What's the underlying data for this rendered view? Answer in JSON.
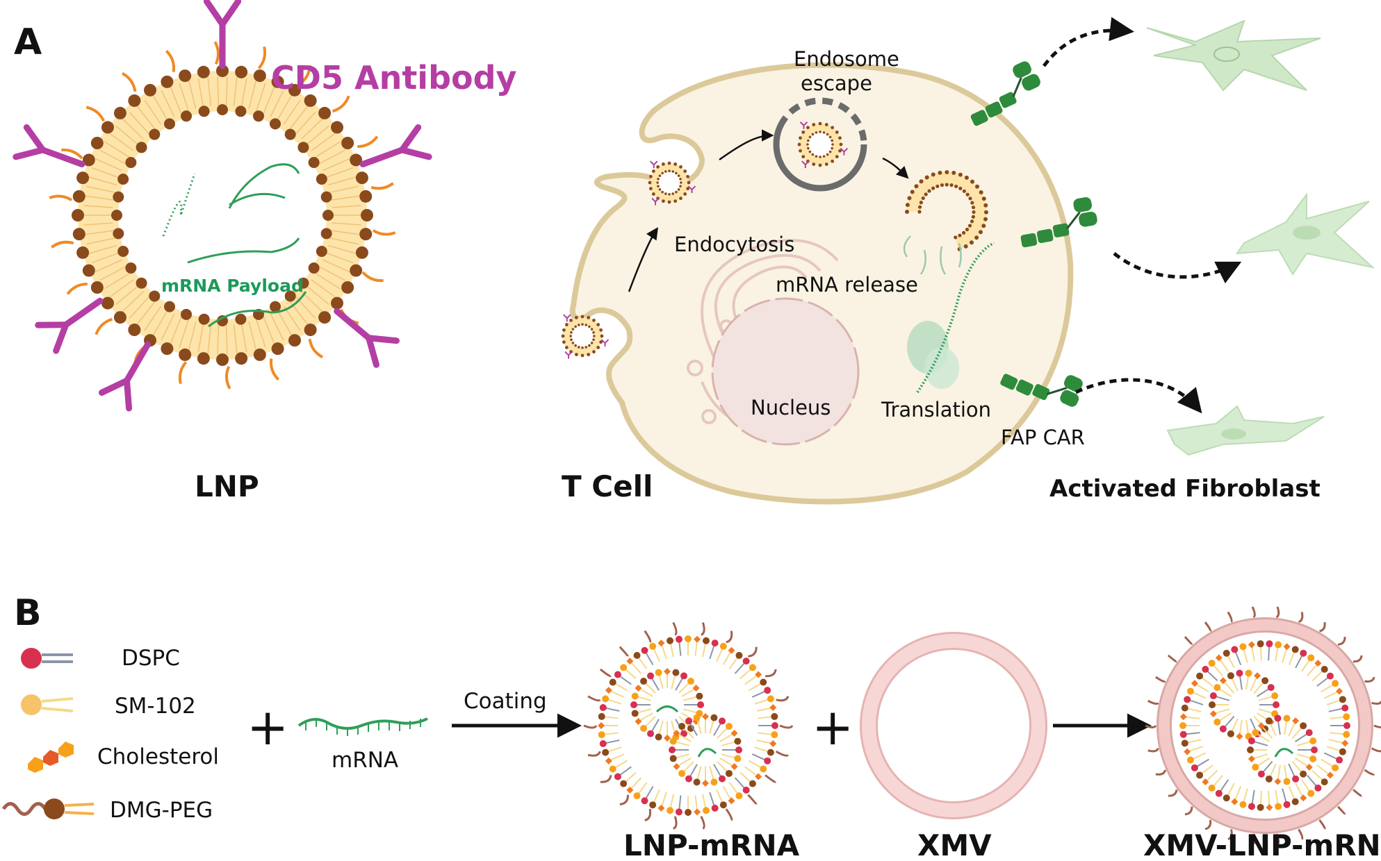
{
  "panel_a": {
    "letter": "A",
    "cd5_label": "CD5 Antibody",
    "mrna_payload": "mRNA Payload",
    "lnp_label": "LNP",
    "tcell_label": "T Cell",
    "endosome_escape_line1": "Endosome",
    "endosome_escape_line2": "escape",
    "endocytosis": "Endocytosis",
    "mrna_release": "mRNA release",
    "nucleus": "Nucleus",
    "translation": "Translation",
    "fap_car": "FAP CAR",
    "activated_fibroblast": "Activated Fibroblast"
  },
  "panel_b": {
    "letter": "B",
    "legend": [
      "DSPC",
      "SM-102",
      "Cholesterol",
      "DMG-PEG"
    ],
    "plus": "+",
    "mrna": "mRNA",
    "coating": "Coating",
    "lnp_mrna": "LNP-mRNA",
    "xmv": "XMV",
    "xmv_lnp_mrna": "XMV-LNP-mRNA"
  },
  "colors": {
    "lipid_head": "#8a4a1c",
    "lipid_tail": "#f5b04a",
    "antibody": "#b43ea3",
    "mrna": "#2e9e5a",
    "car": "#2e8b3c",
    "cell_fill": "#faf3e3",
    "cell_border": "#dcc99a",
    "fibroblast": "#cfe8c8",
    "dspc_head": "#d8304f",
    "sm102_head": "#f7c36a",
    "cholesterol": "#ef7a22",
    "peg": "#a1614d",
    "xmv_ring": "#f2c9c7"
  }
}
